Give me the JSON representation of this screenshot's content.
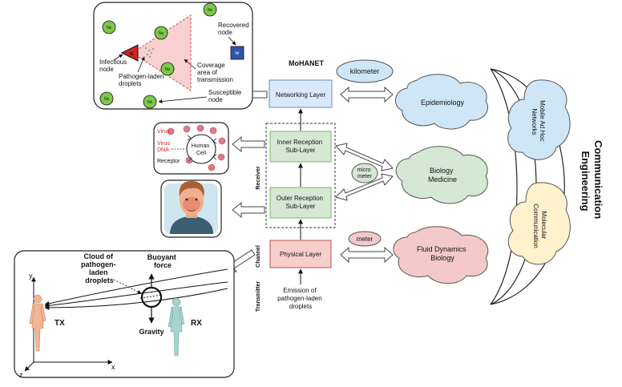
{
  "title": "MoHANET",
  "layers": {
    "networking": "Networking Layer",
    "inner_reception": [
      "Inner Reception",
      "Sub-Layer"
    ],
    "outer_reception": [
      "Outer Reception",
      "Sub-Layer"
    ],
    "physical": "Physical Layer",
    "emission": [
      "Emission of",
      "pathogen-laden",
      "droplets"
    ]
  },
  "side_labels": {
    "receiver": "Receiver",
    "channel": "Channel",
    "transmitter": "Transmitter"
  },
  "scales": {
    "kilometer": "kilometer",
    "micrometer": [
      "micro",
      "meter"
    ],
    "meter": "meter"
  },
  "fields": {
    "epidemiology": "Epidemiology",
    "biology_medicine": [
      "Biology",
      "Medicine"
    ],
    "fluid_dynamics": [
      "Fluid Dynamics",
      "Biology"
    ]
  },
  "communication_engineering": [
    "Communication",
    "Engineering"
  ],
  "mobile_adhoc": [
    "Mobile Ad Hoc",
    "Networks"
  ],
  "molecular_comm": [
    "Molecular",
    "Communication"
  ],
  "epidemic_panel": {
    "node_symbols": {
      "susceptible": "Ns",
      "infectious": "Ni",
      "recovered": "Nr"
    },
    "infectious_label": [
      "Infectious",
      "node"
    ],
    "droplets_label": [
      "Pathogen-laden",
      "droplets"
    ],
    "coverage_label": [
      "Coverage",
      "area of",
      "transmission"
    ],
    "recovered_label": [
      "Recovered",
      "node"
    ],
    "susceptible_label": [
      "Susceptible",
      "node"
    ]
  },
  "cell_panel": {
    "virus": "Virus",
    "virus_dna": [
      "Virus",
      "DNA"
    ],
    "receptor": "Receptor",
    "human_cell": [
      "Human",
      "Cell"
    ]
  },
  "channel_panel": {
    "cloud_label": [
      "Cloud of",
      "pathogen-",
      "laden",
      "droplets"
    ],
    "buoyant_label": [
      "Buoyant",
      "force"
    ],
    "gravity": "Gravity",
    "tx": "TX",
    "rx": "RX",
    "axes": {
      "x": "x",
      "y": "y",
      "z": "z"
    }
  },
  "colors": {
    "layer_blue": "#dae8fc",
    "layer_green": "#d5e8d4",
    "layer_red": "#f8cecc",
    "cloud_blue": "#cfe6f7",
    "cloud_green": "#d5e8d4",
    "cloud_red": "#f4c9c9",
    "cloud_yellow": "#fff2cc"
  }
}
